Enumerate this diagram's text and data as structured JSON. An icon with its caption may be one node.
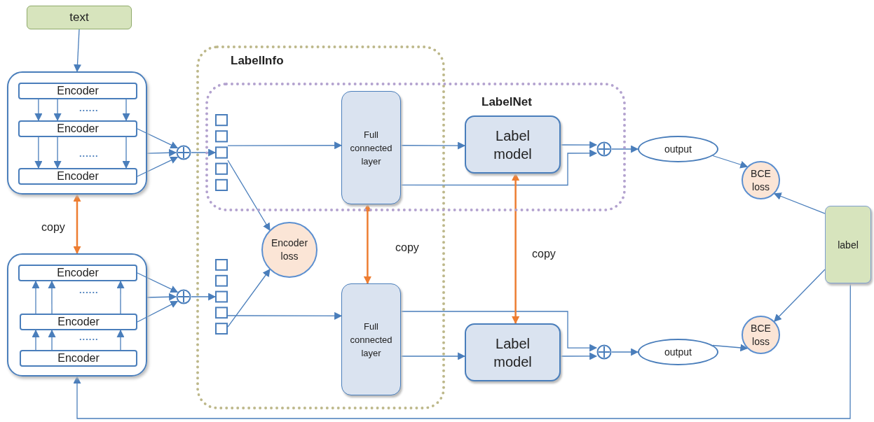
{
  "diagram": {
    "nodes": [
      {
        "text": [
          "text"
        ]
      },
      {
        "text": [],
        "shape": "box"
      },
      {
        "text": [
          "Encoder"
        ],
        "in": 1
      },
      {
        "text": [
          "Encoder"
        ],
        "in": 1
      },
      {
        "text": [
          "Encoder"
        ],
        "in": 1
      },
      {
        "text": [],
        "shape": "box"
      },
      {
        "text": [
          "Encoder"
        ],
        "in": 5
      },
      {
        "text": [
          "Encoder"
        ],
        "in": 5
      },
      {
        "text": [
          "Encoder"
        ],
        "in": 5
      },
      {
        "text": [
          "LabelInfo"
        ]
      },
      {
        "text": [
          "LabelNet"
        ]
      },
      {
        "text": [],
        "shape": "circle"
      },
      {
        "text": [],
        "shape": "bar"
      },
      {
        "text": [
          "Full connected layer"
        ]
      },
      {
        "text": [
          "Label model"
        ],
        "in": 10
      },
      {
        "text": [],
        "shape": "circle",
        "in": 10
      },
      {
        "text": [
          "output"
        ]
      },
      {
        "text": [
          "BCE loss"
        ]
      },
      {
        "text": [
          "Encoder loss"
        ],
        "in": 9
      },
      {
        "text": [],
        "shape": "circle"
      },
      {
        "text": [],
        "shape": "bar",
        "in": 9
      },
      {
        "text": [
          "Full connected layer"
        ],
        "in": 9
      },
      {
        "text": [
          "Label model"
        ]
      },
      {
        "text": [],
        "shape": "circle"
      },
      {
        "text": [
          "output"
        ]
      },
      {
        "text": [
          "BCE loss"
        ]
      },
      {
        "text": [
          "label"
        ]
      }
    ],
    "edges": [
      {
        "from": 0,
        "to": 1,
        "arrow": "to"
      },
      {
        "from": 2,
        "to": 3,
        "arrow": "to"
      },
      {
        "from": 2,
        "to": 3,
        "arrow": "to"
      },
      {
        "from": 2,
        "to": 3,
        "arrow": "to"
      },
      {
        "from": 3,
        "to": 4,
        "arrow": "to"
      },
      {
        "from": 3,
        "to": 4,
        "arrow": "to"
      },
      {
        "from": 3,
        "to": 4,
        "arrow": "to"
      },
      {
        "from": 8,
        "to": 7,
        "arrow": "to"
      },
      {
        "from": 8,
        "to": 7,
        "arrow": "to"
      },
      {
        "from": 8,
        "to": 7,
        "arrow": "to"
      },
      {
        "from": 7,
        "to": 6,
        "arrow": "to"
      },
      {
        "from": 7,
        "to": 6,
        "arrow": "to"
      },
      {
        "from": 7,
        "to": 6,
        "arrow": "to"
      },
      {
        "from": 3,
        "to": 11,
        "arrow": "to"
      },
      {
        "from": 1,
        "to": 11,
        "arrow": "to"
      },
      {
        "from": 4,
        "to": 11,
        "arrow": "to"
      },
      {
        "from": 6,
        "to": 19,
        "arrow": "to"
      },
      {
        "from": 5,
        "to": 19,
        "arrow": "to"
      },
      {
        "from": 7,
        "to": 19,
        "arrow": "to"
      },
      {
        "from": 11,
        "to": 12,
        "arrow": "to"
      },
      {
        "from": 19,
        "to": 20,
        "arrow": "to"
      },
      {
        "from": 1,
        "to": 5,
        "arrow": "both",
        "label": "copy",
        "color": "#ed7d31"
      },
      {
        "from": 12,
        "to": 13,
        "arrow": "to"
      },
      {
        "from": 12,
        "to": 18,
        "arrow": "to"
      },
      {
        "from": 20,
        "to": 18,
        "arrow": "to"
      },
      {
        "from": 20,
        "to": 21,
        "arrow": "to"
      },
      {
        "from": 13,
        "to": 14,
        "arrow": "to"
      },
      {
        "from": 13,
        "to": 15,
        "arrow": "to"
      },
      {
        "from": 14,
        "to": 15,
        "arrow": "to"
      },
      {
        "from": 15,
        "to": 16,
        "arrow": "to"
      },
      {
        "from": 16,
        "to": 17,
        "arrow": "to"
      },
      {
        "from": 26,
        "to": 17,
        "arrow": "to"
      },
      {
        "from": 26,
        "to": 25,
        "arrow": "to"
      },
      {
        "from": 24,
        "to": 25,
        "arrow": "to"
      },
      {
        "from": 23,
        "to": 24,
        "arrow": "to"
      },
      {
        "from": 21,
        "to": 23,
        "arrow": "to"
      },
      {
        "from": 21,
        "to": 22,
        "arrow": "to"
      },
      {
        "from": 22,
        "to": 23,
        "arrow": "to"
      },
      {
        "from": 13,
        "to": 21,
        "arrow": "both",
        "label": "copy",
        "color": "#ed7d31"
      },
      {
        "from": 14,
        "to": 22,
        "arrow": "both",
        "label": "copy",
        "color": "#ed7d31"
      },
      {
        "from": 26,
        "to": 5,
        "arrow": "to"
      }
    ],
    "labels": [
      "......",
      "......",
      "......",
      "......"
    ]
  }
}
